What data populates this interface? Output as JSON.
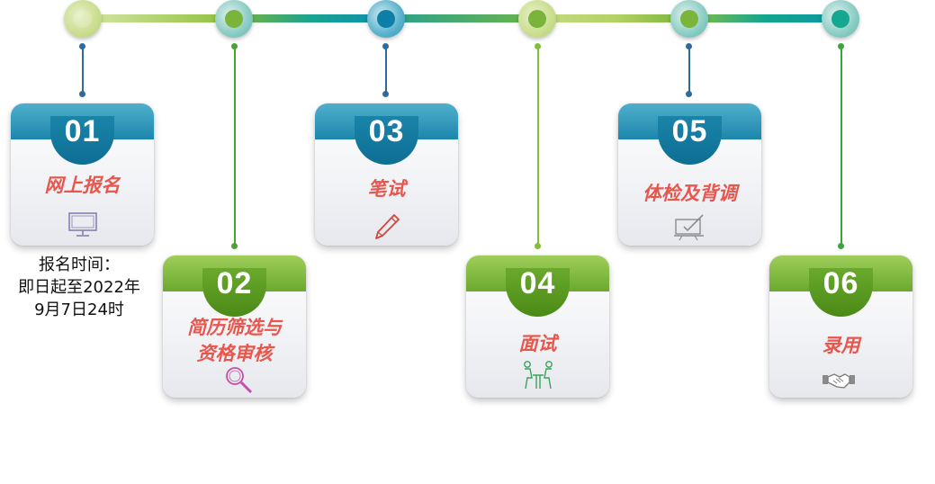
{
  "steps": [
    {
      "number": "01",
      "title": "网上报名",
      "icon": "monitor-icon"
    },
    {
      "number": "02",
      "title": "简历筛选与资格审核",
      "title_line1": "简历筛选与",
      "title_line2": "资格审核",
      "icon": "magnifier-icon"
    },
    {
      "number": "03",
      "title": "笔试",
      "icon": "pencil-icon"
    },
    {
      "number": "04",
      "title": "面试",
      "icon": "interview-icon"
    },
    {
      "number": "05",
      "title": "体检及背调",
      "icon": "check-board-icon"
    },
    {
      "number": "06",
      "title": "录用",
      "icon": "handshake-icon"
    }
  ],
  "note": {
    "line1": "报名时间：",
    "line2": "即日起至2022年",
    "line3": "9月7日24时"
  },
  "colors": {
    "blue": "#1c86ab",
    "green": "#6aa92d",
    "title_red": "#e8574e",
    "teal": "#15a890"
  }
}
